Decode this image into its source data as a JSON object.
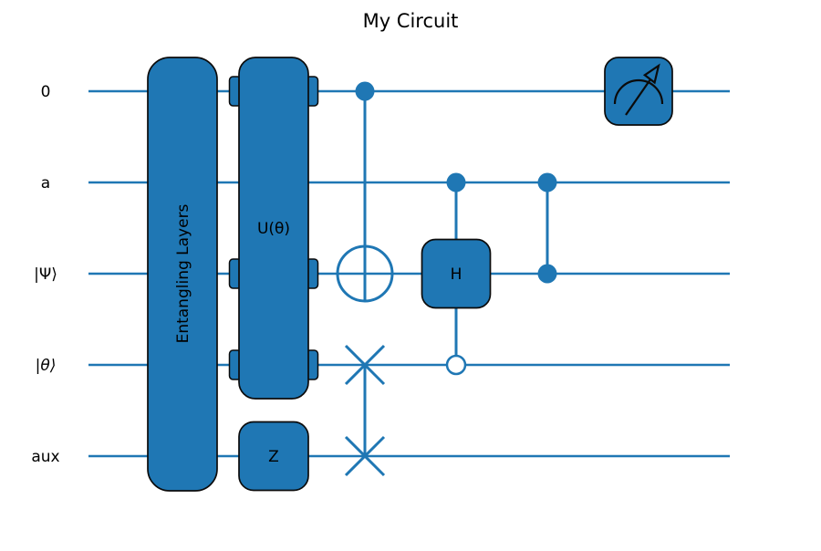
{
  "title": "My Circuit",
  "colors": {
    "wire": "#1f77b4",
    "box_fill": "#1f77b4",
    "box_edge": "#0b0b0b",
    "label_text": "#000000",
    "open_control_fill": "#ffffff",
    "background": "#ffffff"
  },
  "wires": [
    {
      "label": "0"
    },
    {
      "label": "a"
    },
    {
      "label": "|Ψ⟩"
    },
    {
      "label": "|θ⟩"
    },
    {
      "label": "aux"
    }
  ],
  "gates": {
    "entangling": {
      "type": "multi-wire-box",
      "label": "Entangling Layers",
      "wires": [
        "0",
        "a",
        "|Ψ⟩",
        "|θ⟩",
        "aux"
      ]
    },
    "u_theta": {
      "type": "multi-wire-box-notched",
      "label": "U(θ)",
      "wires": [
        "0",
        "|Ψ⟩",
        "|θ⟩"
      ]
    },
    "z": {
      "type": "box",
      "label": "Z",
      "wires": [
        "aux"
      ]
    },
    "cnot": {
      "type": "CNOT",
      "control_wire": "0",
      "target_wire": "|Ψ⟩"
    },
    "swap": {
      "type": "SWAP",
      "wires": [
        "|θ⟩",
        "aux"
      ]
    },
    "ch": {
      "type": "controlled-box",
      "label": "H",
      "control_wire": "a",
      "open_control_wire": "|θ⟩",
      "target_wire": "|Ψ⟩"
    },
    "cz": {
      "type": "CZ",
      "wires": [
        "a",
        "|Ψ⟩"
      ]
    },
    "measure": {
      "type": "measurement",
      "wire": "0"
    }
  }
}
